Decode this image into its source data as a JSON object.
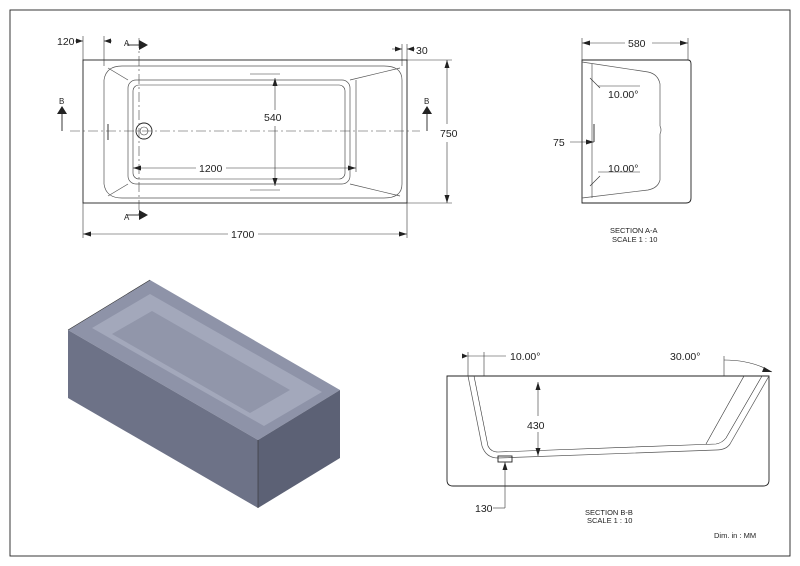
{
  "top_view": {
    "dim_overall_length": "1700",
    "dim_overall_width": "750",
    "dim_inner_length": "1200",
    "dim_inner_width": "540",
    "dim_left_offset": "120",
    "dim_right_offset": "30",
    "section_a_label": "A",
    "section_b_label": "B"
  },
  "section_aa": {
    "dim_width": "580",
    "angle_top": "10.00°",
    "angle_bottom": "10.00°",
    "dim_75": "75",
    "title": "SECTION A-A",
    "scale": "SCALE 1 : 10"
  },
  "section_bb": {
    "angle_left": "10.00°",
    "angle_right": "30.00°",
    "dim_depth": "430",
    "dim_130": "130",
    "title": "SECTION B-B",
    "scale": "SCALE 1 : 10"
  },
  "footer": {
    "units": "Dim. in : MM"
  },
  "colors": {
    "iso_top": "#8e93a8",
    "iso_front": "#6d7287",
    "iso_side": "#5c6175",
    "iso_inner": "#a3a8bb"
  }
}
